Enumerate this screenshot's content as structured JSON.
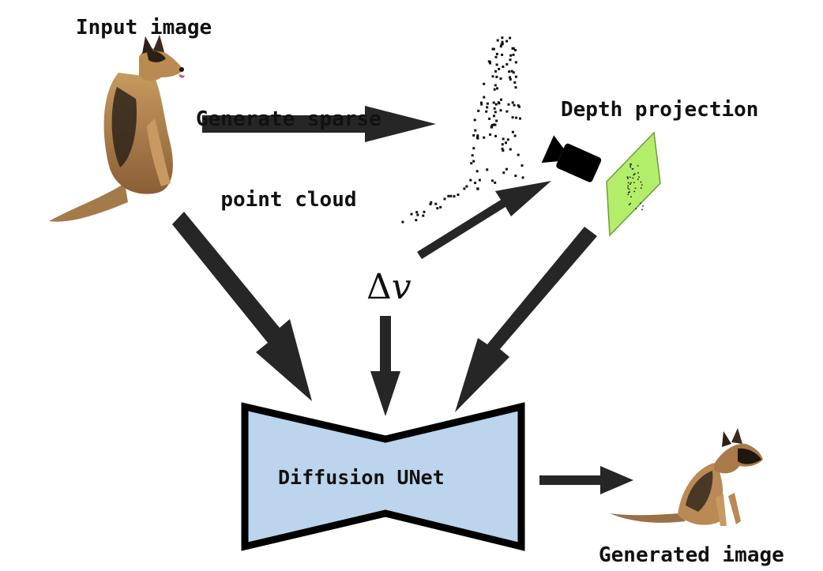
{
  "labels": {
    "input_image": "Input image",
    "sparse_line1": "Generate sparse",
    "sparse_line2": "point cloud",
    "depth_projection": "Depth projection",
    "delta_symbol": "Δ",
    "delta_var": "v",
    "diffusion_unet": "Diffusion UNet",
    "generated_image": "Generated image"
  },
  "colors": {
    "arrow": "#262626",
    "unet_fill": "#bcd4ec",
    "unet_stroke": "#000000",
    "plane_fill": "#b2ee6a",
    "plane_stroke": "#6f9c3a",
    "dog_tan": "#b8864a",
    "dog_dark": "#2b1f17",
    "camera": "#000000"
  },
  "icons": {
    "input": "dog-photo-icon",
    "generated": "dog-photo-icon",
    "camera": "camera-icon"
  }
}
